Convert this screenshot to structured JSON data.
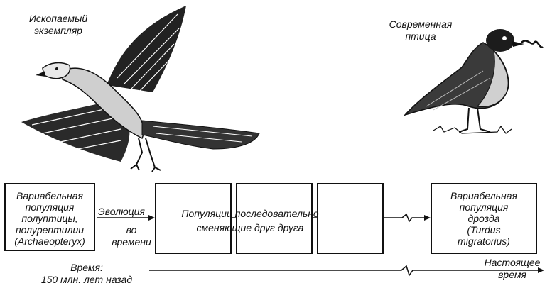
{
  "fossil_caption": [
    "Ископаемый",
    "экземпляр"
  ],
  "modern_caption": [
    "Современная",
    "птица"
  ],
  "left_box_lines": [
    "Вариабельная",
    "популяция",
    "полуптицы,",
    "полурептилии",
    "(Archaeopteryx)"
  ],
  "evolution_label": "Эволюция",
  "in_time_label": [
    "во",
    "времени"
  ],
  "populations_lines": [
    "Популяции последовательно",
    "сменяющие друг друга"
  ],
  "right_box_lines": [
    "Вариабельная",
    "популяция",
    "дрозда",
    "(Turdus",
    "migratorius)"
  ],
  "time_label": [
    "Время:",
    "150 млн. лет назад"
  ],
  "present_label": [
    "Настоящее",
    "время"
  ],
  "ink_color": "#111111",
  "icons": [
    "archaeopteryx-fossil-illustration",
    "thrush-illustration"
  ]
}
